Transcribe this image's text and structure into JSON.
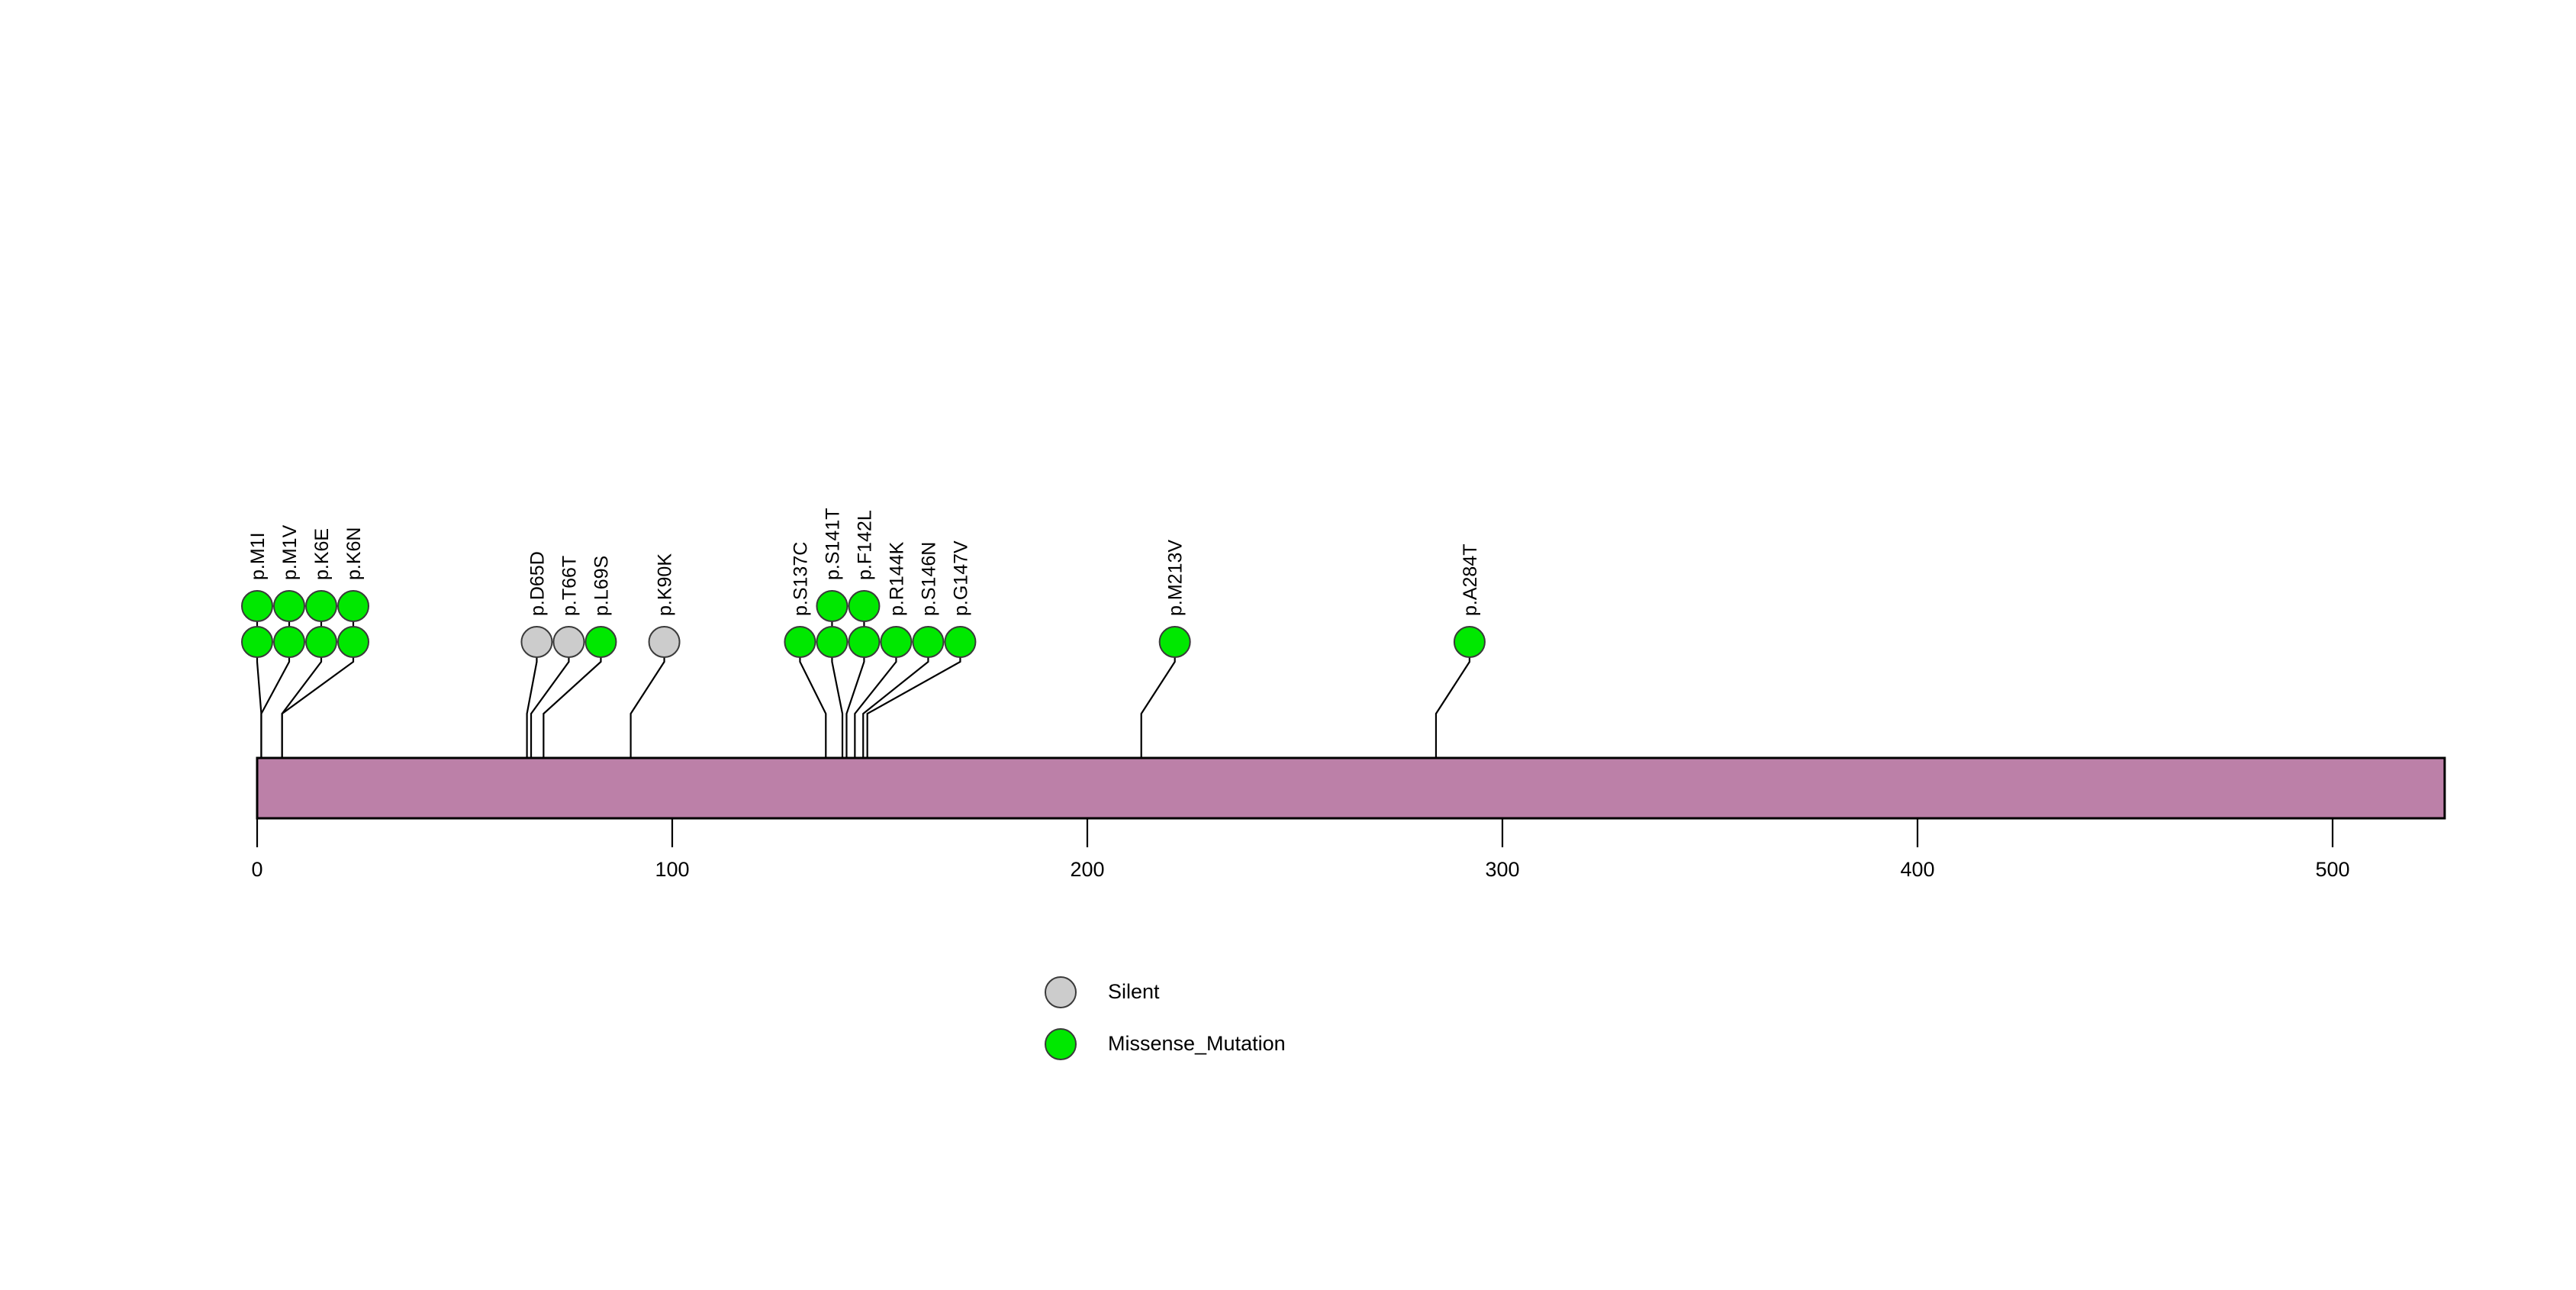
{
  "chart_data": {
    "type": "lollipop",
    "title": "",
    "xlabel": "",
    "ylabel": "",
    "xlim": [
      0,
      527
    ],
    "axis_ticks": [
      0,
      100,
      200,
      300,
      400,
      500
    ],
    "protein_length": 527,
    "protein_bar_color": "#bc80a8",
    "grid": false,
    "legend_position": "bottom-center",
    "mutations": [
      {
        "label": "p.M1I",
        "position": 1,
        "count": 2,
        "type": "Missense_Mutation",
        "color": "#00e800"
      },
      {
        "label": "p.M1V",
        "position": 1,
        "count": 2,
        "type": "Missense_Mutation",
        "color": "#00e800"
      },
      {
        "label": "p.K6E",
        "position": 6,
        "count": 2,
        "type": "Missense_Mutation",
        "color": "#00e800"
      },
      {
        "label": "p.K6N",
        "position": 6,
        "count": 2,
        "type": "Missense_Mutation",
        "color": "#00e800"
      },
      {
        "label": "p.D65D",
        "position": 65,
        "count": 1,
        "type": "Silent",
        "color": "#cccccc"
      },
      {
        "label": "p.T66T",
        "position": 66,
        "count": 1,
        "type": "Silent",
        "color": "#cccccc"
      },
      {
        "label": "p.L69S",
        "position": 69,
        "count": 1,
        "type": "Missense_Mutation",
        "color": "#00e800"
      },
      {
        "label": "p.K90K",
        "position": 90,
        "count": 1,
        "type": "Silent",
        "color": "#cccccc"
      },
      {
        "label": "p.S137C",
        "position": 137,
        "count": 1,
        "type": "Missense_Mutation",
        "color": "#00e800"
      },
      {
        "label": "p.S141T",
        "position": 141,
        "count": 2,
        "type": "Missense_Mutation",
        "color": "#00e800"
      },
      {
        "label": "p.F142L",
        "position": 142,
        "count": 2,
        "type": "Missense_Mutation",
        "color": "#00e800"
      },
      {
        "label": "p.R144K",
        "position": 144,
        "count": 1,
        "type": "Missense_Mutation",
        "color": "#00e800"
      },
      {
        "label": "p.S146N",
        "position": 146,
        "count": 1,
        "type": "Missense_Mutation",
        "color": "#00e800"
      },
      {
        "label": "p.G147V",
        "position": 147,
        "count": 1,
        "type": "Missense_Mutation",
        "color": "#00e800"
      },
      {
        "label": "p.M213V",
        "position": 213,
        "count": 1,
        "type": "Missense_Mutation",
        "color": "#00e800"
      },
      {
        "label": "p.A284T",
        "position": 284,
        "count": 1,
        "type": "Missense_Mutation",
        "color": "#00e800"
      }
    ],
    "legend": [
      {
        "label": "Silent",
        "color": "#cccccc"
      },
      {
        "label": "Missense_Mutation",
        "color": "#00e800"
      }
    ]
  }
}
